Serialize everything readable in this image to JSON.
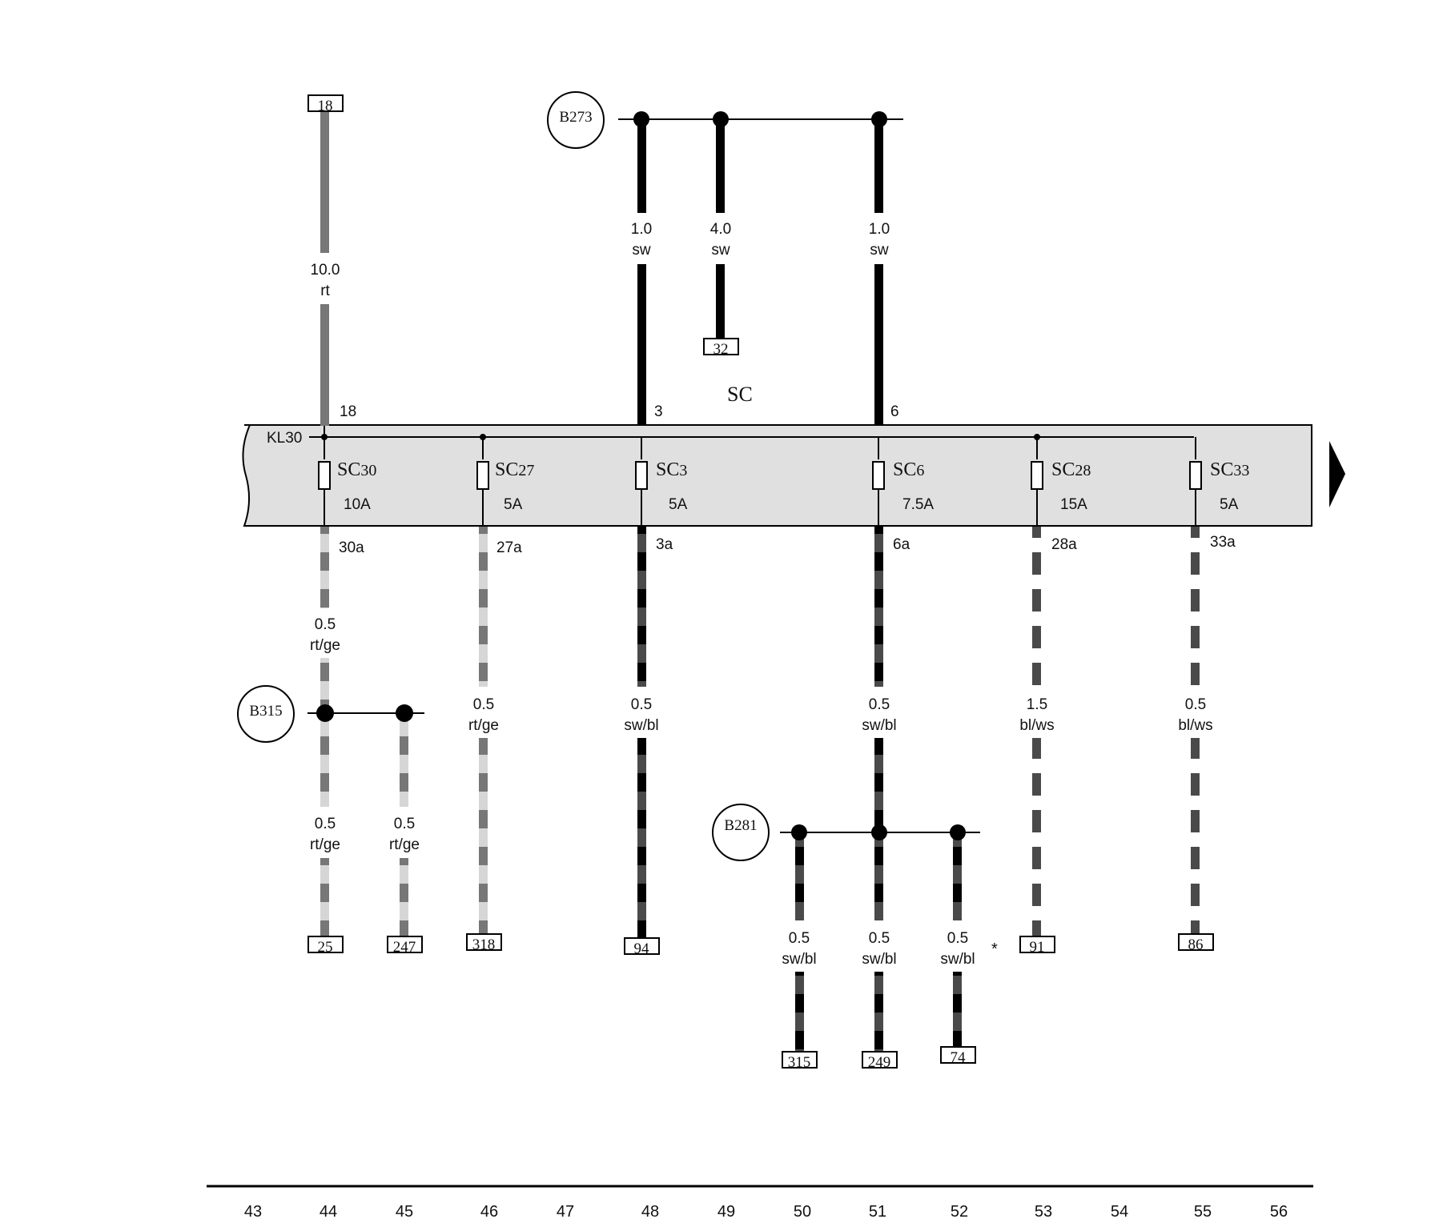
{
  "colors": {
    "sw": "#000000",
    "rt": "#777777",
    "ge": "#d6d6d6",
    "bl": "#4a4a4a",
    "ws": "#ffffff",
    "box": "#e0e0e0",
    "frame": "#000000"
  },
  "box": {
    "label": "SC",
    "bus_label": "KL30",
    "arrow_icon": "right-triangle-icon"
  },
  "terminals": {
    "kl30_in": "18",
    "sc3_in": "3",
    "sc6_in": "6"
  },
  "fuses": [
    {
      "name": "SC",
      "sub": "30",
      "rating": "10A",
      "output": "30a"
    },
    {
      "name": "SC",
      "sub": "27",
      "rating": "5A",
      "output": "27a"
    },
    {
      "name": "SC",
      "sub": "3",
      "rating": "5A",
      "output": "3a"
    },
    {
      "name": "SC",
      "sub": "6",
      "rating": "7.5A",
      "output": "6a"
    },
    {
      "name": "SC",
      "sub": "28",
      "rating": "15A",
      "output": "28a"
    },
    {
      "name": "SC",
      "sub": "33",
      "rating": "5A",
      "output": "33a"
    }
  ],
  "splices": [
    {
      "label": "B273"
    },
    {
      "label": "B315"
    },
    {
      "label": "B281"
    }
  ],
  "wires": [
    {
      "size": "10.0",
      "color": "rt"
    },
    {
      "size": "1.0",
      "color": "sw"
    },
    {
      "size": "4.0",
      "color": "sw"
    },
    {
      "size": "1.0",
      "color": "sw"
    },
    {
      "size": "0.5",
      "color": "rt/ge"
    },
    {
      "size": "0.5",
      "color": "rt/ge"
    },
    {
      "size": "0.5",
      "color": "rt/ge"
    },
    {
      "size": "0.5",
      "color": "rt/ge"
    },
    {
      "size": "0.5",
      "color": "sw/bl"
    },
    {
      "size": "0.5",
      "color": "sw/bl"
    },
    {
      "size": "0.5",
      "color": "sw/bl"
    },
    {
      "size": "0.5",
      "color": "sw/bl"
    },
    {
      "size": "0.5",
      "color": "sw/bl"
    },
    {
      "size": "1.5",
      "color": "bl/ws"
    },
    {
      "size": "0.5",
      "color": "bl/ws"
    }
  ],
  "refs": [
    "18",
    "32",
    "25",
    "247",
    "318",
    "94",
    "315",
    "249",
    "74",
    "91",
    "86"
  ],
  "note_mark": "*",
  "grid": [
    "43",
    "44",
    "45",
    "46",
    "47",
    "48",
    "49",
    "50",
    "51",
    "52",
    "53",
    "54",
    "55",
    "56"
  ]
}
